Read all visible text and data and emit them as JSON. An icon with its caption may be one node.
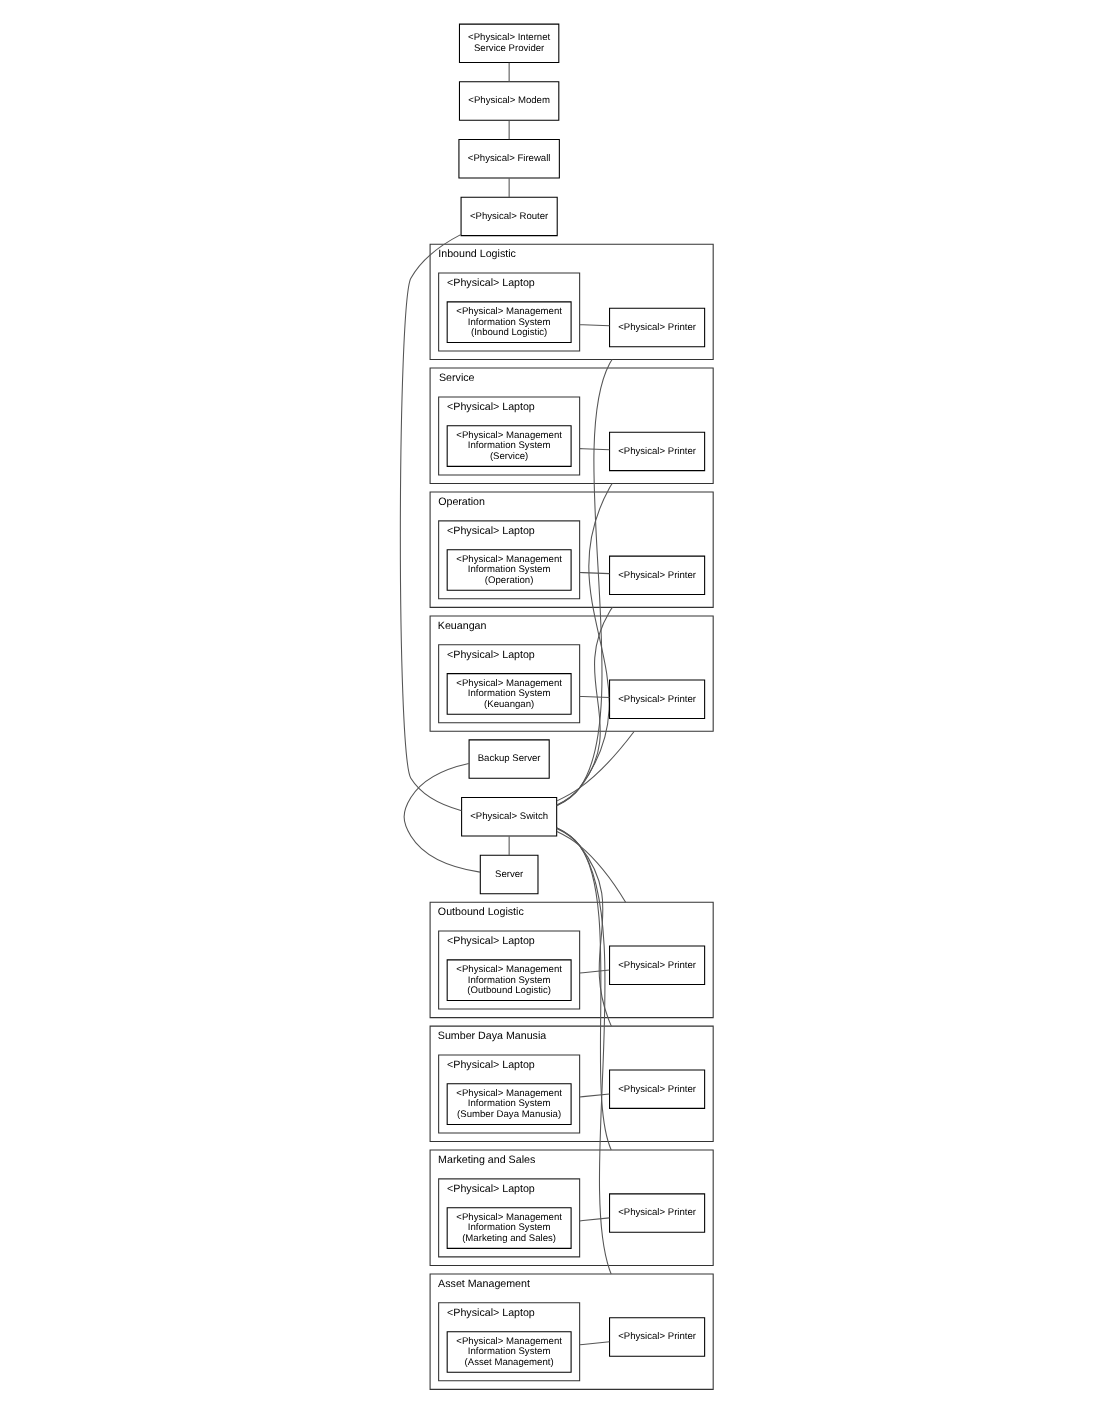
{
  "diagram": {
    "nodes": [
      {
        "text": [
          "<Physical> Internet Service Provider"
        ]
      },
      {
        "text": [
          "<Physical> Modem"
        ]
      },
      {
        "text": [
          "<Physical> Firewall"
        ]
      },
      {
        "text": [
          "<Physical> Router"
        ]
      },
      {
        "text": [
          "<Physical> Switch"
        ]
      },
      {
        "text": [
          "Server"
        ]
      },
      {
        "text": [
          "Backup Server"
        ]
      },
      {
        "text": [
          "Inbound Logistic"
        ]
      },
      {
        "text": [
          "<Physical> Laptop"
        ],
        "in": 7
      },
      {
        "text": [
          "<Physical> Management Information System (Inbound Logistic)"
        ],
        "in": 8
      },
      {
        "text": [
          "<Physical> Printer"
        ],
        "in": 7
      },
      {
        "text": [
          "Service"
        ]
      },
      {
        "text": [
          "<Physical> Laptop"
        ],
        "in": 11
      },
      {
        "text": [
          "<Physical> Management Information System (Service)"
        ],
        "in": 12
      },
      {
        "text": [
          "<Physical> Printer"
        ],
        "in": 11
      },
      {
        "text": [
          "Operation"
        ]
      },
      {
        "text": [
          "<Physical> Laptop"
        ],
        "in": 15
      },
      {
        "text": [
          "<Physical> Management Information System (Operation)"
        ],
        "in": 16
      },
      {
        "text": [
          "<Physical> Printer"
        ],
        "in": 15
      },
      {
        "text": [
          "Keuangan"
        ]
      },
      {
        "text": [
          "<Physical> Laptop"
        ],
        "in": 19
      },
      {
        "text": [
          "<Physical> Management Information System (Keuangan)"
        ],
        "in": 20
      },
      {
        "text": [
          "<Physical> Printer"
        ],
        "in": 19
      },
      {
        "text": [
          "Outbound Logistic"
        ]
      },
      {
        "text": [
          "<Physical> Laptop"
        ],
        "in": 23
      },
      {
        "text": [
          "<Physical> Management Information System (Outbound Logistic)"
        ],
        "in": 24
      },
      {
        "text": [
          "<Physical> Printer"
        ],
        "in": 23
      },
      {
        "text": [
          "Sumber Daya Manusia"
        ]
      },
      {
        "text": [
          "<Physical> Laptop"
        ],
        "in": 27
      },
      {
        "text": [
          "<Physical> Management Information System (Sumber Daya Manusia)"
        ],
        "in": 28
      },
      {
        "text": [
          "<Physical> Printer"
        ],
        "in": 27
      },
      {
        "text": [
          "Marketing and Sales"
        ]
      },
      {
        "text": [
          "<Physical> Laptop"
        ],
        "in": 31
      },
      {
        "text": [
          "<Physical> Management Information System (Marketing and Sales)"
        ],
        "in": 32
      },
      {
        "text": [
          "<Physical> Printer"
        ],
        "in": 31
      },
      {
        "text": [
          "Asset Management"
        ]
      },
      {
        "text": [
          "<Physical> Laptop"
        ],
        "in": 35
      },
      {
        "text": [
          "<Physical> Management Information System (Asset Management)"
        ],
        "in": 36
      },
      {
        "text": [
          "<Physical> Printer"
        ],
        "in": 35
      }
    ],
    "edges": [
      {
        "from": 0,
        "to": 1,
        "arrow": "none"
      },
      {
        "from": 1,
        "to": 2,
        "arrow": "none"
      },
      {
        "from": 2,
        "to": 3,
        "arrow": "none"
      },
      {
        "from": 3,
        "to": 4,
        "arrow": "none"
      },
      {
        "from": 4,
        "to": 5,
        "arrow": "none"
      },
      {
        "from": 5,
        "to": 6,
        "arrow": "none"
      },
      {
        "from": 4,
        "to": 7,
        "arrow": "none"
      },
      {
        "from": 4,
        "to": 11,
        "arrow": "none"
      },
      {
        "from": 4,
        "to": 15,
        "arrow": "none"
      },
      {
        "from": 4,
        "to": 19,
        "arrow": "none"
      },
      {
        "from": 4,
        "to": 23,
        "arrow": "none"
      },
      {
        "from": 4,
        "to": 27,
        "arrow": "none"
      },
      {
        "from": 4,
        "to": 31,
        "arrow": "none"
      },
      {
        "from": 4,
        "to": 35,
        "arrow": "none"
      },
      {
        "from": 8,
        "to": 10,
        "arrow": "none"
      },
      {
        "from": 12,
        "to": 14,
        "arrow": "none"
      },
      {
        "from": 16,
        "to": 18,
        "arrow": "none"
      },
      {
        "from": 20,
        "to": 22,
        "arrow": "none"
      },
      {
        "from": 24,
        "to": 26,
        "arrow": "none"
      },
      {
        "from": 28,
        "to": 30,
        "arrow": "none"
      },
      {
        "from": 32,
        "to": 34,
        "arrow": "none"
      },
      {
        "from": 36,
        "to": 38,
        "arrow": "none"
      }
    ]
  }
}
